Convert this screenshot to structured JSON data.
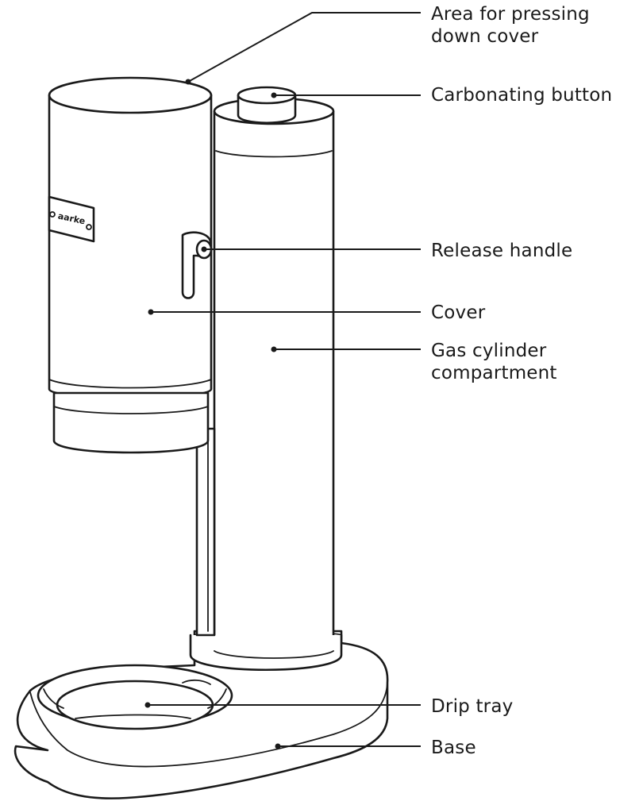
{
  "diagram": {
    "brand_text": "aarke",
    "labels": {
      "area_for_pressing": [
        "Area for pressing",
        "down cover"
      ],
      "carbonating_button": [
        "Carbonating button"
      ],
      "release_handle": [
        "Release handle"
      ],
      "cover": [
        "Cover"
      ],
      "gas_cylinder": [
        "Gas cylinder",
        "compartment"
      ],
      "drip_tray": [
        "Drip tray"
      ],
      "base": [
        "Base"
      ]
    }
  }
}
